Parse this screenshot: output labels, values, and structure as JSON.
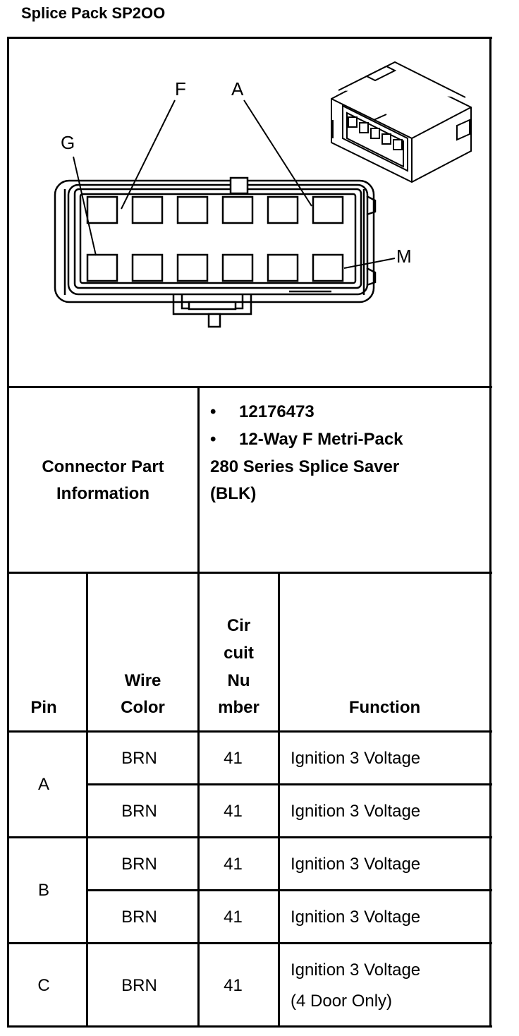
{
  "title": "Splice Pack SP2OO",
  "diagram": {
    "labels": {
      "F": "F",
      "A": "A",
      "G": "G",
      "M": "M"
    }
  },
  "connector_info": {
    "label_line1": "Connector Part",
    "label_line2": "Information",
    "bullet": "•",
    "part_number": "12176473",
    "desc_line1": "12-Way F Metri-Pack",
    "desc_line2": "280 Series Splice Saver",
    "desc_line3": "(BLK)"
  },
  "table": {
    "headers": {
      "pin": "Pin",
      "wire_line1": "Wire",
      "wire_line2": "Color",
      "circuit_lines": [
        "Cir",
        "cuit",
        "Nu",
        "mber"
      ],
      "function": "Function"
    },
    "groups": [
      {
        "pin": "A",
        "rows": [
          {
            "wire": "BRN",
            "circuit": "41",
            "function": "Ignition 3 Voltage"
          },
          {
            "wire": "BRN",
            "circuit": "41",
            "function": "Ignition 3 Voltage"
          }
        ]
      },
      {
        "pin": "B",
        "rows": [
          {
            "wire": "BRN",
            "circuit": "41",
            "function": "Ignition 3 Voltage"
          },
          {
            "wire": "BRN",
            "circuit": "41",
            "function": "Ignition 3 Voltage"
          }
        ]
      },
      {
        "pin": "C",
        "rows": [
          {
            "wire": "BRN",
            "circuit": "41",
            "function": "Ignition 3 Voltage",
            "function_note": "(4 Door Only)"
          }
        ]
      }
    ]
  }
}
